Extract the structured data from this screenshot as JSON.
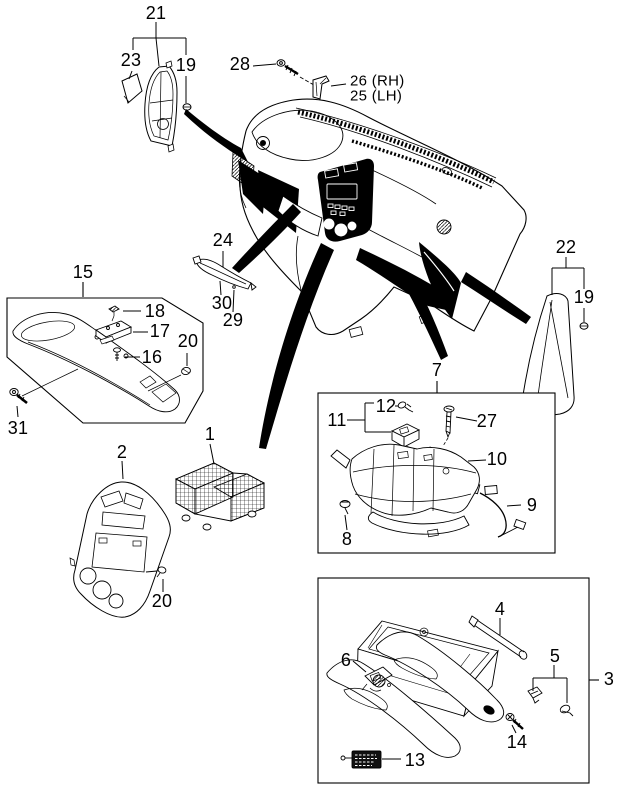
{
  "figure": {
    "type": "exploded-parts-diagram",
    "background": "#ffffff",
    "line_color": "#000000"
  },
  "callouts": {
    "c21": "21",
    "c23": "23",
    "c19_left": "19",
    "c28": "28",
    "c26": "26 (RH)",
    "c25": "25 (LH)",
    "c22": "22",
    "c19_right": "19",
    "c15": "15",
    "c18": "18",
    "c17": "17",
    "c16": "16",
    "c20_cluster": "20",
    "c31": "31",
    "c24": "24",
    "c30": "30",
    "c29": "29",
    "c1": "1",
    "c2": "2",
    "c20_center": "20",
    "c7": "7",
    "c12": "12",
    "c11": "11",
    "c27": "27",
    "c10": "10",
    "c9": "9",
    "c8": "8",
    "c3": "3",
    "c4": "4",
    "c5": "5",
    "c6": "6",
    "c14": "14",
    "c13": "13"
  }
}
